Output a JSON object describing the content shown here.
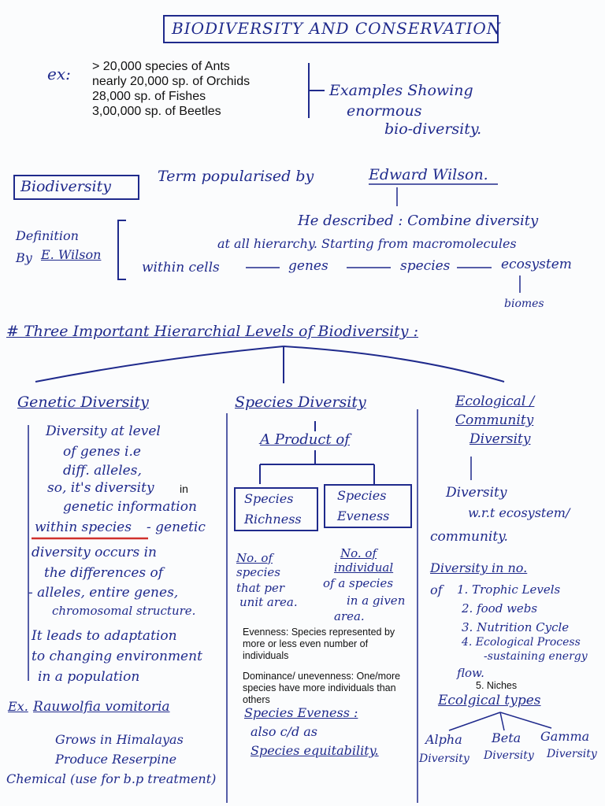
{
  "title": "BIODIVERSITY AND CONSERVATION",
  "examples": {
    "marker": "ex:",
    "items": [
      "> 20,000 species of Ants",
      "nearly 20,000 sp. of Orchids",
      "28,000 sp. of Fishes",
      "3,00,000 sp. of Beetles"
    ],
    "note_lines": [
      "Examples Showing",
      "enormous",
      "bio-diversity."
    ]
  },
  "biodiversity": {
    "term": "Biodiversity",
    "popularised": "Term popularised by",
    "person": "Edward Wilson.",
    "described": "He described : Combine diversity",
    "hierarchy": "at all hierarchy. Starting from macromolecules",
    "def_label": [
      "Definition",
      "By",
      "E. Wilson"
    ],
    "chain": [
      "within cells",
      "genes",
      "species",
      "ecosystem"
    ],
    "biomes": "biomes"
  },
  "levels_heading": "# Three Important Hierarchial Levels of Biodiversity :",
  "genetic": {
    "heading": "Genetic Diversity",
    "lines": [
      "Diversity at level",
      "of genes i.e",
      "diff. alleles,",
      "so, it's diversity",
      "in",
      "genetic information",
      "within species",
      "- genetic",
      "diversity occurs in",
      "the differences of",
      "- alleles, entire genes,",
      "chromosomal structure.",
      "It leads to adaptation",
      "to changing environment",
      "in a population"
    ],
    "example_label": "Ex.",
    "example": "Rauwolfia vomitoria",
    "ex_lines": [
      "Grows in Himalayas",
      "Produce Reserpine",
      "Chemical (use for b.p treatment)"
    ]
  },
  "species": {
    "heading": "Species Diversity",
    "product": "A Product of",
    "richness_box": [
      "Species",
      "Richness"
    ],
    "evenness_box": [
      "Species",
      "Eveness"
    ],
    "richness_def": [
      "No. of",
      "species",
      "that per",
      "unit area."
    ],
    "evenness_def": [
      "No. of",
      "individual",
      "of a species",
      "in a given",
      "area."
    ],
    "evenness_print": "Evenness: Species represented by more or less even number of individuals",
    "dominance_print": "Dominance/ unevenness: One/more species have more individuals than others",
    "eveness_also": "Species Eveness :",
    "also_called": "also c/d as",
    "equitability": "Species equitability."
  },
  "ecological": {
    "heading": [
      "Ecological /",
      "Community",
      "Diversity"
    ],
    "desc": [
      "Diversity",
      "w.r.t ecosystem/",
      "community."
    ],
    "in_no": "Diversity in no.",
    "of": "of",
    "items": [
      "1. Trophic Levels",
      "2. food webs",
      "3. Nutrition Cycle",
      "4. Ecological Process",
      "-sustaining energy",
      "flow."
    ],
    "niches": "5. Niches",
    "types_heading": "Ecolgical types",
    "types": [
      "Alpha",
      "Beta",
      "Gamma"
    ],
    "diversity_word": "Diversity"
  }
}
